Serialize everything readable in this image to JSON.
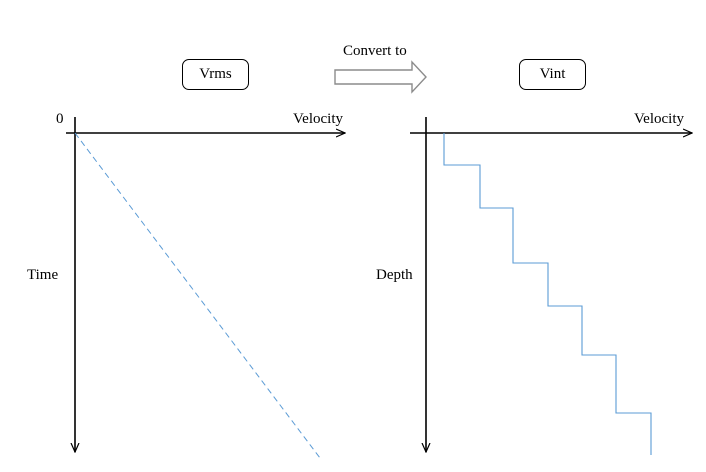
{
  "left_panel": {
    "box_label": "Vrms",
    "origin_label": "0",
    "x_axis_label": "Velocity",
    "y_axis_label": "Time",
    "line_style": "dashed"
  },
  "arrow": {
    "caption": "Convert to"
  },
  "right_panel": {
    "box_label": "Vint",
    "x_axis_label": "Velocity",
    "y_axis_label": "Depth",
    "line_style": "stepped"
  },
  "colors": {
    "axis": "#000000",
    "curve": "#5b9bd5",
    "arrow_outline": "#8c8c8c"
  }
}
